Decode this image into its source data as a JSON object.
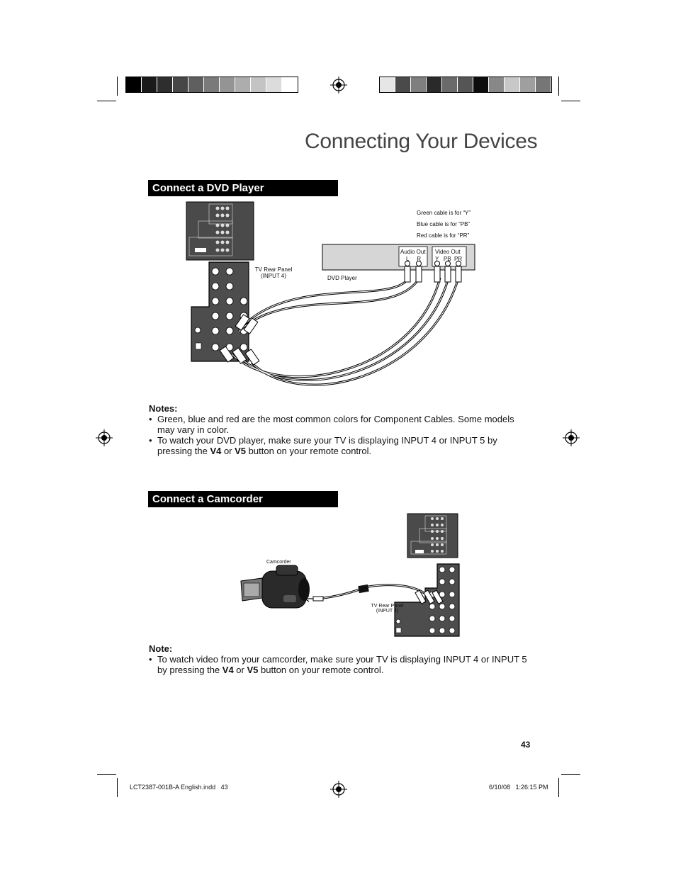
{
  "print_marks": {
    "left_swatches": [
      "#000000",
      "#1a1a1a",
      "#2e2e2e",
      "#474747",
      "#5f5f5f",
      "#7a7a7a",
      "#949494",
      "#adadad",
      "#c4c4c4",
      "#dcdcdc",
      "#ffffff"
    ],
    "right_swatches": [
      "#e6e6e6",
      "#4a4a4a",
      "#7f7f7f",
      "#2a2a2a",
      "#6a6a6a",
      "#555555",
      "#0d0d0d",
      "#888888",
      "#c8c8c8",
      "#9f9f9f",
      "#767676"
    ]
  },
  "page": {
    "title": "Connecting Your Devices",
    "page_number": "43"
  },
  "dvd_section": {
    "heading": "Connect a DVD Player",
    "diagram": {
      "tv_panel_label_line1": "TV Rear Panel",
      "tv_panel_label_line2": "(INPUT 4)",
      "dvd_label": "DVD Player",
      "cable_note_y": "Green cable is for “Y”",
      "cable_note_pb": "Blue cable is for “PB”",
      "cable_note_pr": "Red cable is for “PR”",
      "audio_out": "Audio Out",
      "audio_lr": "L     R",
      "video_out": "Video Out",
      "video_ypbpr": "Y   PB  PR"
    },
    "notes_heading": "Notes:",
    "notes": [
      {
        "text": "Green, blue and red are the most common colors for Component Cables.  Some models may vary in color."
      },
      {
        "pre": "To watch your DVD player, make sure your TV is displaying INPUT 4 or INPUT 5 by pressing the ",
        "b1": "V4",
        "mid": " or ",
        "b2": "V5",
        "post": " button on your remote control."
      }
    ]
  },
  "camcorder_section": {
    "heading": "Connect a Camcorder",
    "diagram": {
      "camcorder_label": "Camcorder",
      "tv_panel_label_line1": "TV Rear Panel",
      "tv_panel_label_line2": "(INPUT 4)"
    },
    "note_heading": "Note:",
    "note": {
      "pre": "To watch video from your camcorder, make sure your TV is displaying INPUT 4 or INPUT 5 by pressing the ",
      "b1": "V4",
      "mid": " or ",
      "b2": "V5",
      "post": " button on your remote control."
    }
  },
  "footer": {
    "file": "LCT2387-001B-A English.indd   43",
    "datetime": "6/10/08   1:26:15 PM"
  }
}
